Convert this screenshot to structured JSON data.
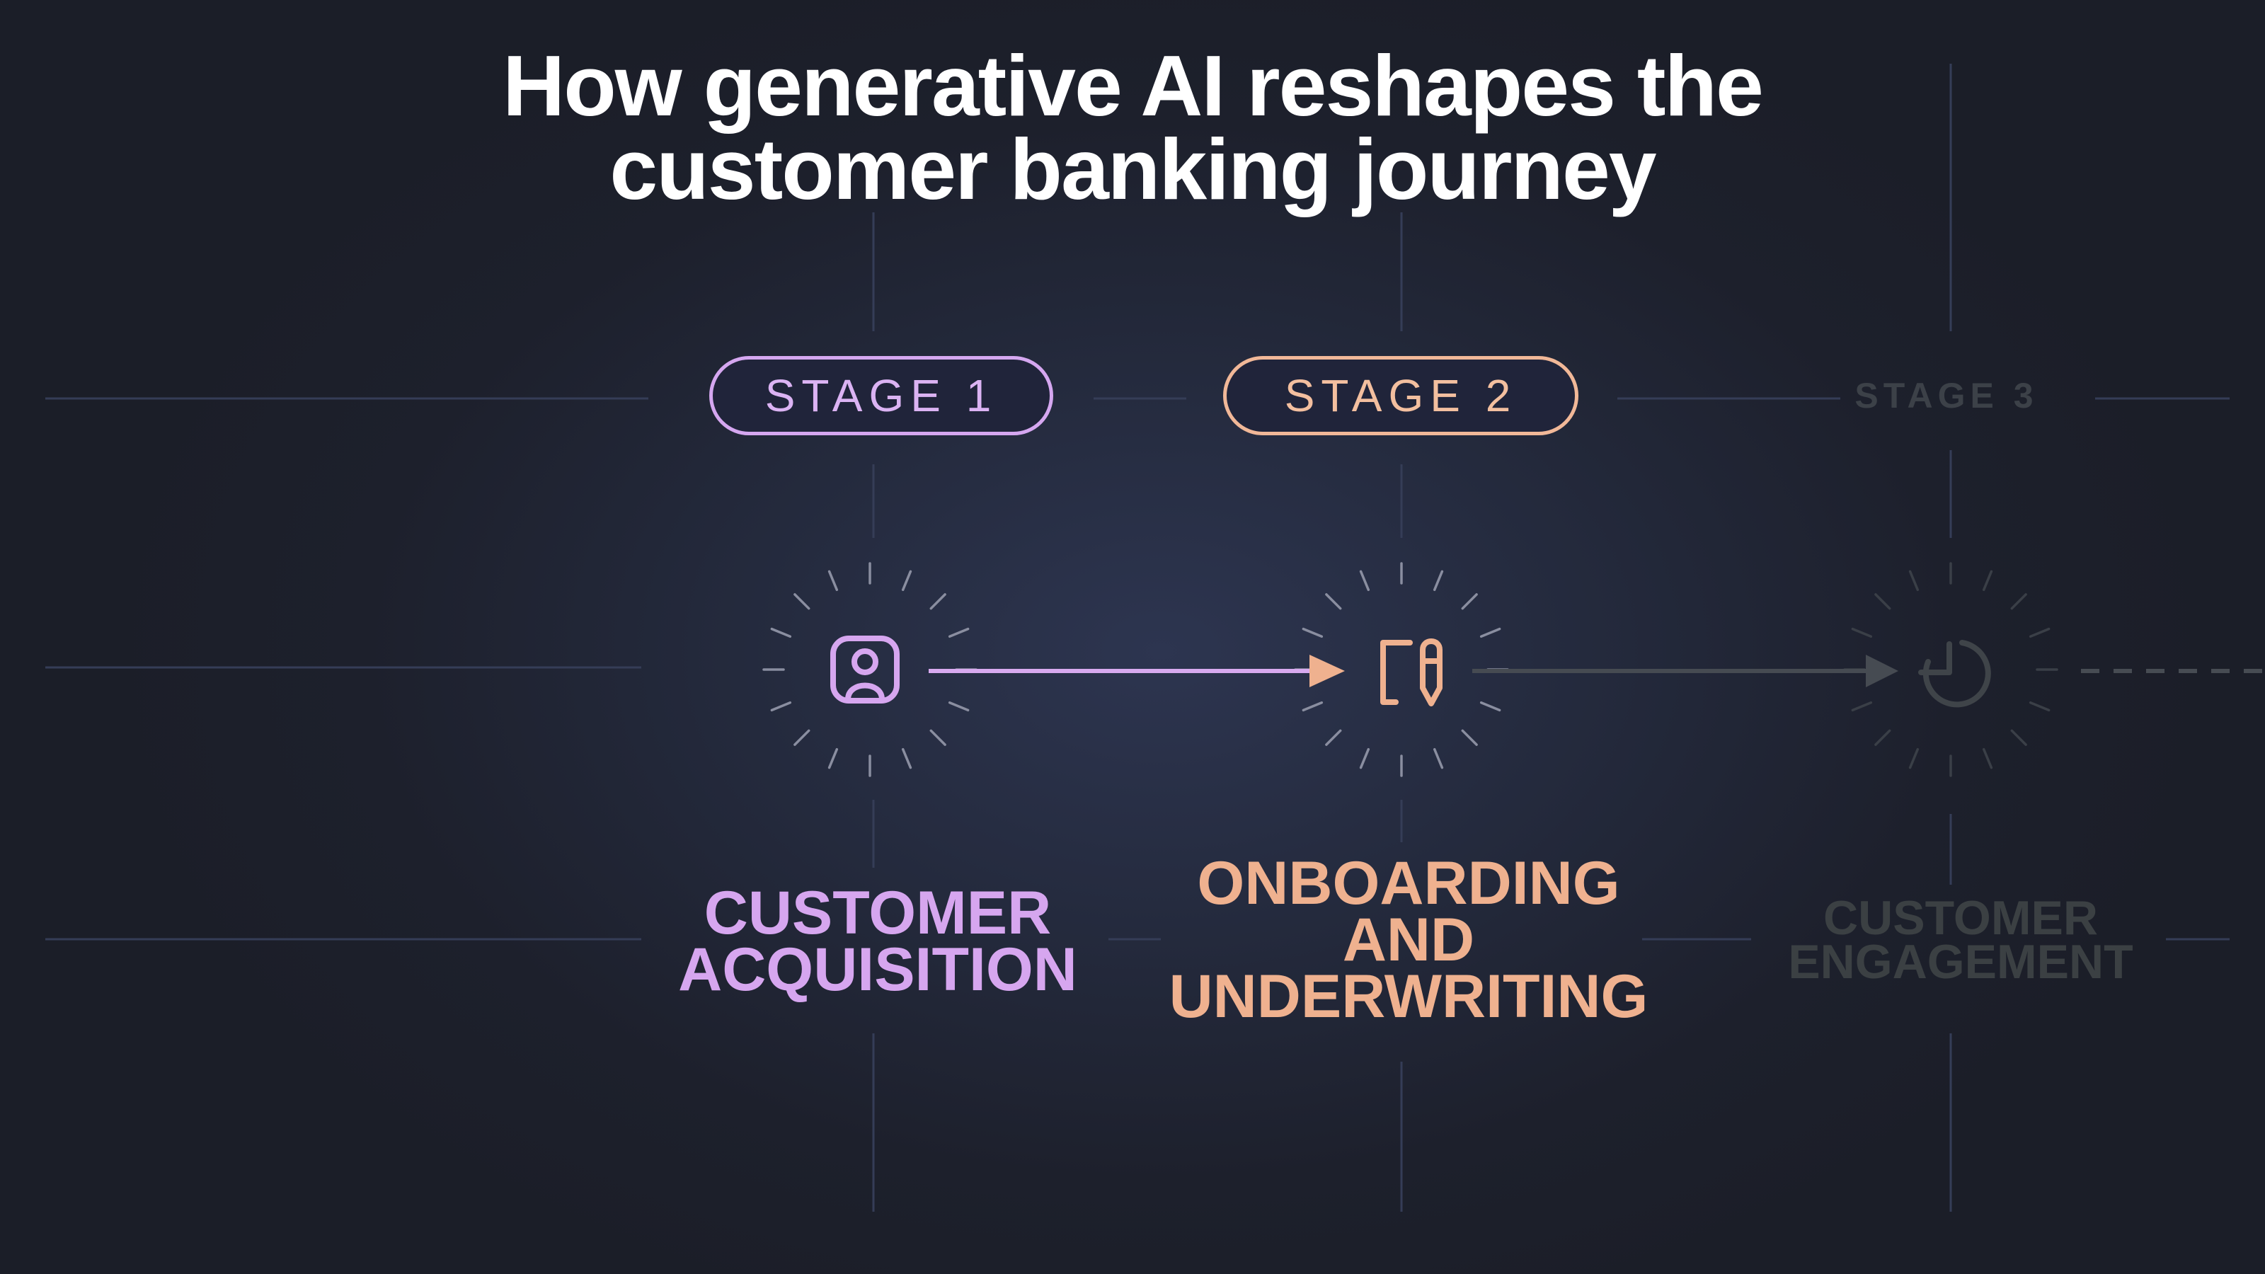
{
  "title": {
    "line1": "How generative AI reshapes the",
    "line2": "customer banking journey"
  },
  "stages": [
    {
      "badge": "STAGE 1",
      "label_lines": [
        "CUSTOMER",
        "ACQUISITION"
      ],
      "icon": "person-id-icon",
      "color": "#d6a6ef",
      "state": "active"
    },
    {
      "badge": "STAGE 2",
      "label_lines": [
        "ONBOARDING",
        "AND",
        "UNDERWRITING"
      ],
      "icon": "document-pen-icon",
      "color": "#efb18f",
      "state": "active"
    },
    {
      "badge": "STAGE 3",
      "label_lines": [
        "CUSTOMER",
        "ENGAGEMENT"
      ],
      "icon": "pie-chart-icon",
      "color": "#3b4043",
      "state": "faded"
    }
  ],
  "colors": {
    "background": "#1c1f2b",
    "grid_line": "#3a4460",
    "connector_active": "#d6a6ef",
    "connector_faded": "#41464e"
  }
}
